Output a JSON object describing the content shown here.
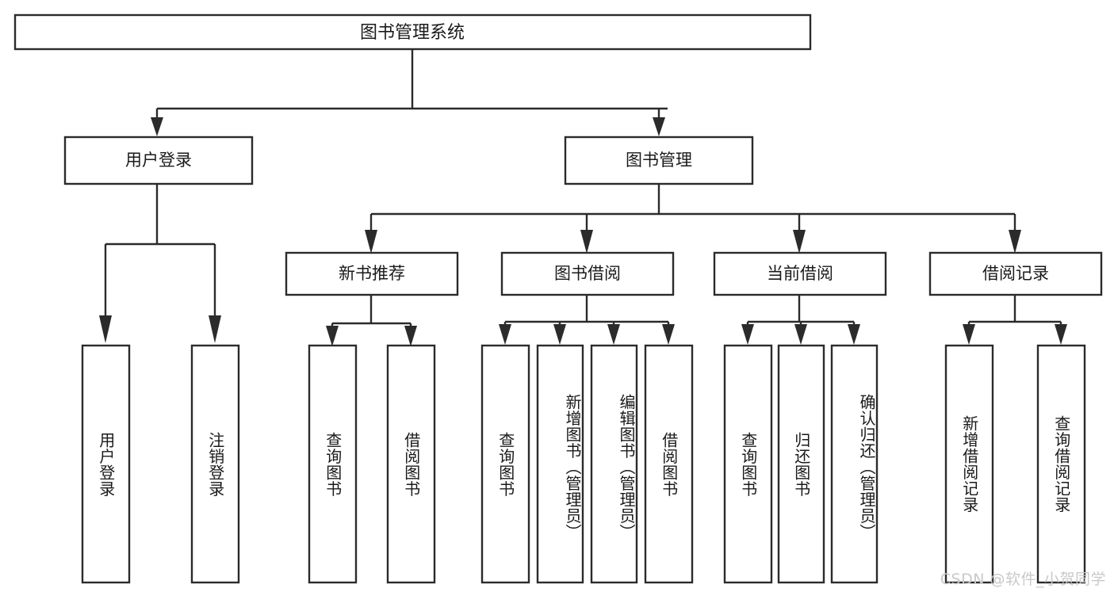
{
  "diagram": {
    "type": "tree-hierarchy",
    "title": "图书管理系统",
    "root": {
      "label": "图书管理系统",
      "level": 1
    },
    "level2": [
      {
        "label": "用户登录",
        "id": "user-login"
      },
      {
        "label": "图书管理",
        "id": "book-management"
      }
    ],
    "level3": [
      {
        "label": "新书推荐",
        "id": "new-book-recommendation",
        "parent": "book-management"
      },
      {
        "label": "图书借阅",
        "id": "book-borrow",
        "parent": "book-management"
      },
      {
        "label": "当前借阅",
        "id": "current-borrow",
        "parent": "book-management"
      },
      {
        "label": "借阅记录",
        "id": "borrow-record",
        "parent": "book-management"
      }
    ],
    "leaves": [
      {
        "label": "用户登录",
        "id": "leaf-user-login",
        "parent": "user-login",
        "align": "center"
      },
      {
        "label": "注销登录",
        "id": "leaf-user-logout",
        "parent": "user-login",
        "align": "center"
      },
      {
        "label": "查询图书",
        "id": "leaf-query-book-1",
        "parent": "new-book-recommendation",
        "align": "center"
      },
      {
        "label": "借阅图书",
        "id": "leaf-borrow-book-1",
        "parent": "new-book-recommendation",
        "align": "center"
      },
      {
        "label": "查询图书",
        "id": "leaf-query-book-2",
        "parent": "book-borrow",
        "align": "center"
      },
      {
        "label": "新增图书（管理员）",
        "id": "leaf-add-book-admin",
        "parent": "book-borrow",
        "align": "top"
      },
      {
        "label": "编辑图书（管理员）",
        "id": "leaf-edit-book-admin",
        "parent": "book-borrow",
        "align": "top"
      },
      {
        "label": "借阅图书",
        "id": "leaf-borrow-book-2",
        "parent": "book-borrow",
        "align": "center"
      },
      {
        "label": "查询图书",
        "id": "leaf-query-book-3",
        "parent": "current-borrow",
        "align": "center"
      },
      {
        "label": "归还图书",
        "id": "leaf-return-book",
        "parent": "current-borrow",
        "align": "center"
      },
      {
        "label": "确认归还（管理员）",
        "id": "leaf-confirm-return-admin",
        "parent": "current-borrow",
        "align": "top"
      },
      {
        "label": "新增借阅记录",
        "id": "leaf-add-borrow-record",
        "parent": "borrow-record",
        "align": "center"
      },
      {
        "label": "查询借阅记录",
        "id": "leaf-query-borrow-record",
        "parent": "borrow-record",
        "align": "center"
      }
    ],
    "colors": {
      "stroke": "#2b2b2b",
      "fill": "#ffffff",
      "text": "#1a1a1a",
      "background": "#ffffff",
      "watermark": "#c9c9c9"
    }
  },
  "watermark": {
    "text": "CSDN @软件_小贺同学"
  }
}
